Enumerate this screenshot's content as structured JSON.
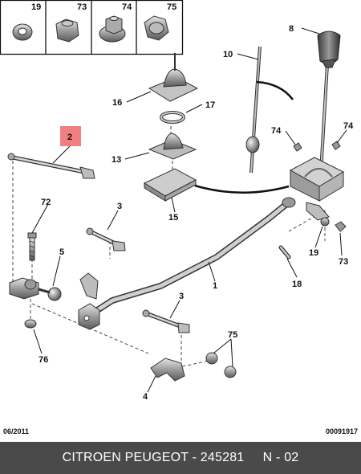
{
  "header_parts": [
    {
      "num": "19",
      "icon": "washer-icon"
    },
    {
      "num": "73",
      "icon": "hex-nut-icon"
    },
    {
      "num": "74",
      "icon": "flange-nut-icon"
    },
    {
      "num": "75",
      "icon": "dome-nut-icon"
    }
  ],
  "callouts": {
    "c1": "1",
    "c2": "2",
    "c3a": "3",
    "c3b": "3",
    "c4": "4",
    "c5": "5",
    "c8": "8",
    "c10": "10",
    "c13": "13",
    "c15": "15",
    "c16": "16",
    "c17": "17",
    "c18": "18",
    "c19": "19",
    "c72": "72",
    "c73": "73",
    "c74a": "74",
    "c74b": "74",
    "c75": "75",
    "c76": "76"
  },
  "highlight_color": "#f08080",
  "footer": {
    "date": "06/2011",
    "code": "00091917",
    "caption": "CITROEN PEUGEOT - 245281     N - 02"
  }
}
